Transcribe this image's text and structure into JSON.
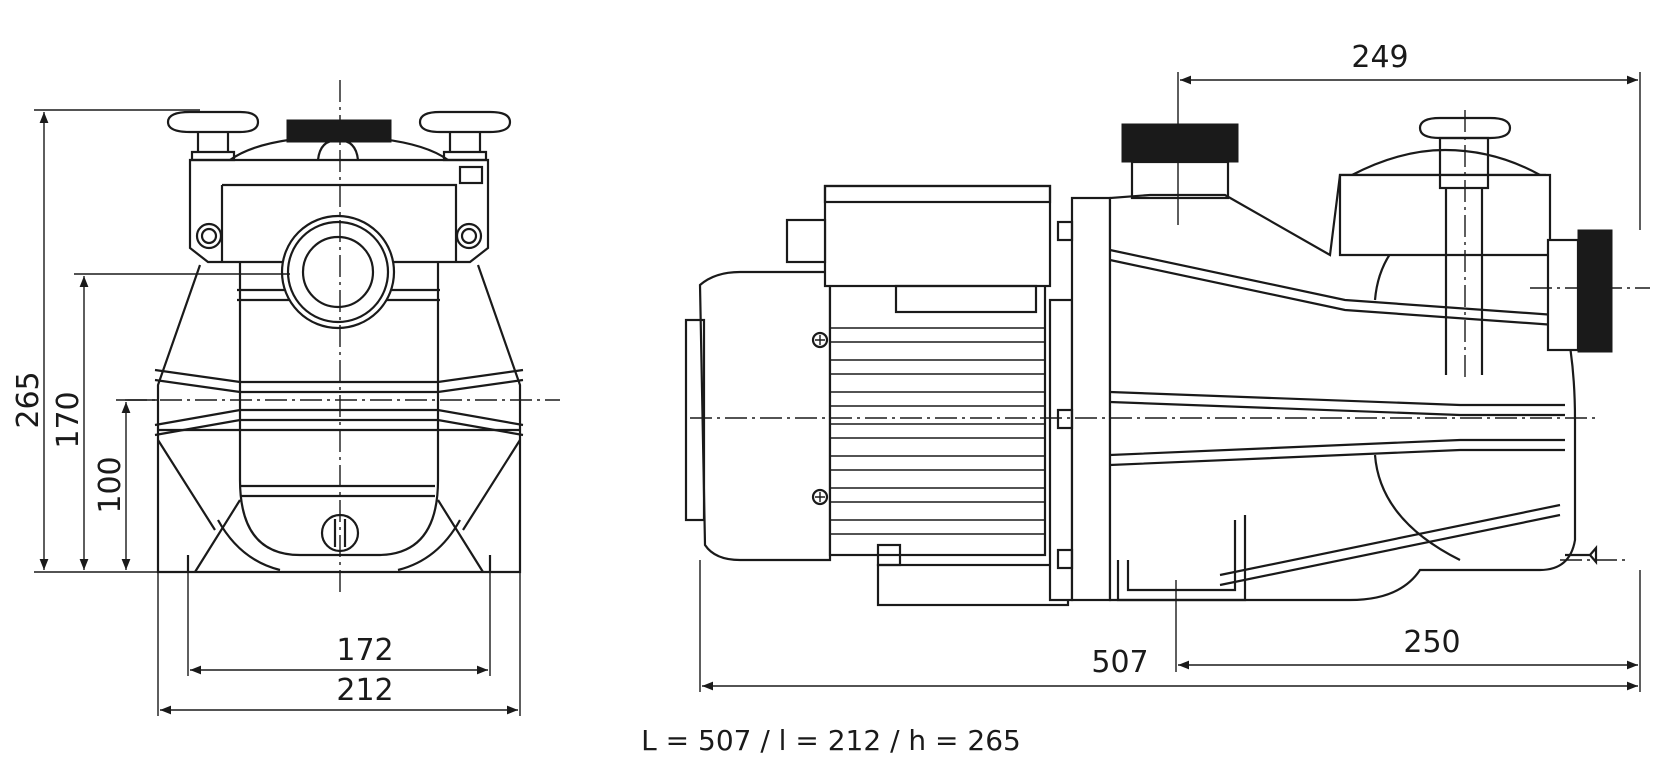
{
  "front_view": {
    "dimensions": {
      "height_total": "265",
      "height_170": "170",
      "height_100": "100",
      "width_172": "172",
      "width_212": "212"
    }
  },
  "side_view": {
    "dimensions": {
      "top_249": "249",
      "bottom_250": "250",
      "length_507": "507"
    }
  },
  "caption": "L = 507  / l = 212 / h = 265"
}
